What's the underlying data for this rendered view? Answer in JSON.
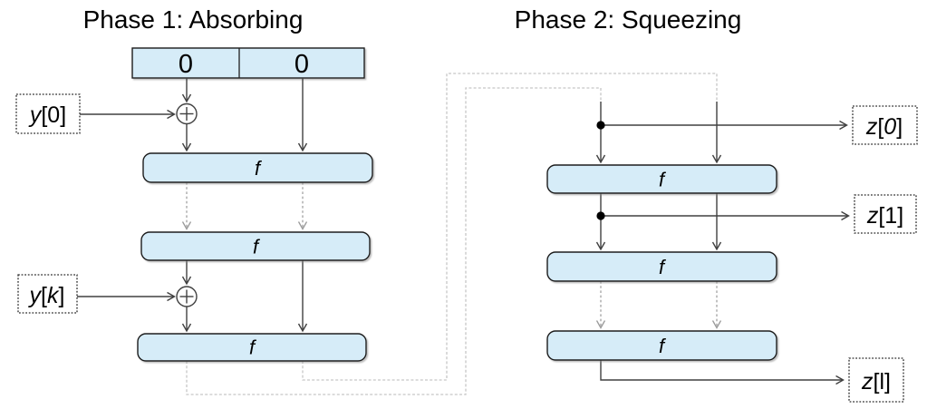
{
  "titles": {
    "phase1": "Phase 1: Absorbing",
    "phase2": "Phase 2: Squeezing"
  },
  "state_register": {
    "cells": [
      "0",
      "0"
    ]
  },
  "function_label": "f",
  "inputs": {
    "y0": {
      "var": "y",
      "open": "[",
      "index": "0",
      "close": "]"
    },
    "yk": {
      "var": "y",
      "open": "[",
      "index": "k",
      "close": "]"
    }
  },
  "outputs": {
    "z0": {
      "var": "z",
      "open": "[",
      "index": "0",
      "close": "]"
    },
    "z1": {
      "var": "z",
      "open": "[",
      "index": "1",
      "close": "]"
    },
    "zl": {
      "var": "z",
      "open": "[",
      "index": "l",
      "close": "]"
    }
  },
  "icons": {
    "xor": "circle-plus",
    "junction": "filled-dot",
    "arrowhead": "open-chevron"
  },
  "colors": {
    "box_fill": "#d6ecf8",
    "box_border": "#1f1f1f",
    "wire": "#404040",
    "dotted_arrow": "#9a9a9a",
    "feedback_line": "#c6c6c6"
  }
}
